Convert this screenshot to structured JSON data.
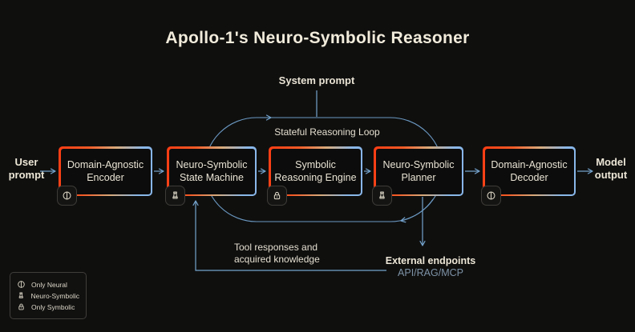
{
  "title": "Apollo-1's Neuro-Symbolic Reasoner",
  "labels": {
    "system_prompt": "System prompt",
    "loop": "Stateful Reasoning Loop"
  },
  "io": {
    "input": "User prompt",
    "output": "Model output"
  },
  "nodes": [
    {
      "label": "Domain-Agnostic Encoder",
      "icon": "half-circle-neural-icon",
      "category": "Only Neural"
    },
    {
      "label": "Neuro-Symbolic State Machine",
      "icon": "chess-piece-icon",
      "category": "Neuro-Symbolic"
    },
    {
      "label": "Symbolic Reasoning Engine",
      "icon": "lock-icon",
      "category": "Only Symbolic"
    },
    {
      "label": "Neuro-Symbolic Planner",
      "icon": "chess-piece-icon",
      "category": "Neuro-Symbolic"
    },
    {
      "label": "Domain-Agnostic Decoder",
      "icon": "half-circle-neural-icon",
      "category": "Only Neural"
    }
  ],
  "feedback": {
    "line1": "Tool responses and",
    "line2": "acquired knowledge"
  },
  "external": {
    "title": "External endpoints",
    "subtitle": "API/RAG/MCP"
  },
  "legend": {
    "items": [
      {
        "icon": "half-circle-neural-icon",
        "label": "Only Neural"
      },
      {
        "icon": "chess-piece-icon",
        "label": "Neuro-Symbolic"
      },
      {
        "icon": "lock-icon",
        "label": "Only Symbolic"
      }
    ]
  },
  "colors": {
    "background": "#0f0f0e",
    "text_cream": "#ece6d6",
    "connector_blue": "#74a3cc",
    "loop_blue": "#6b99c2",
    "muted_blue": "#7e93a6",
    "border_gradient_left": "#fd3c13",
    "border_gradient_mid": "#d8ab7c",
    "border_gradient_right": "#89b7e9"
  }
}
